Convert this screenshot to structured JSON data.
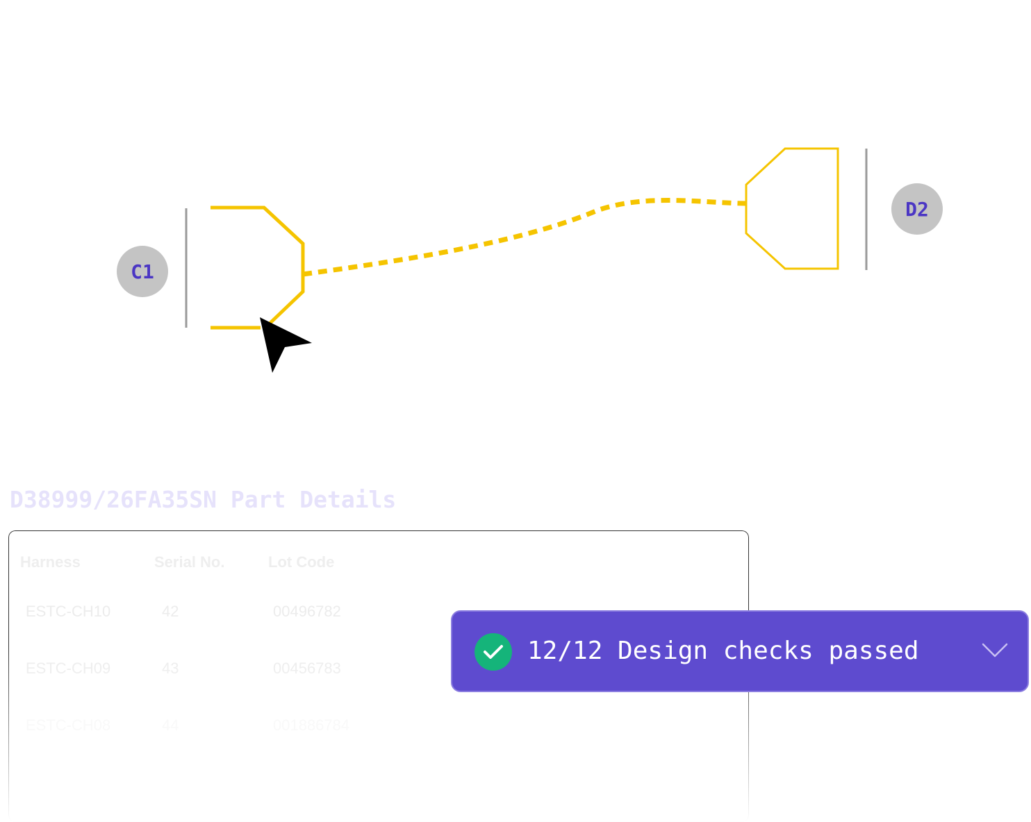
{
  "connectors": {
    "c1": {
      "label": "C1"
    },
    "d2": {
      "label": "D2"
    }
  },
  "colors": {
    "wire": "#f5c400",
    "badge_bg": "#c4c4c4",
    "badge_text": "#4b36c4",
    "toast_bg": "#5e4bcf",
    "check": "#15b47a"
  },
  "details": {
    "title": "D38999/26FA35SN Part Details",
    "columns": [
      "Harness",
      "Serial No.",
      "Lot Code"
    ],
    "rows": [
      [
        "ESTC-CH10",
        "42",
        "00496782"
      ],
      [
        "ESTC-CH09",
        "43",
        "00456783"
      ],
      [
        "ESTC-CH08",
        "44",
        "001886784"
      ]
    ]
  },
  "toast": {
    "message": "12/12 Design checks passed",
    "status_icon": "check-circle-icon",
    "expand_icon": "chevron-down-icon"
  }
}
